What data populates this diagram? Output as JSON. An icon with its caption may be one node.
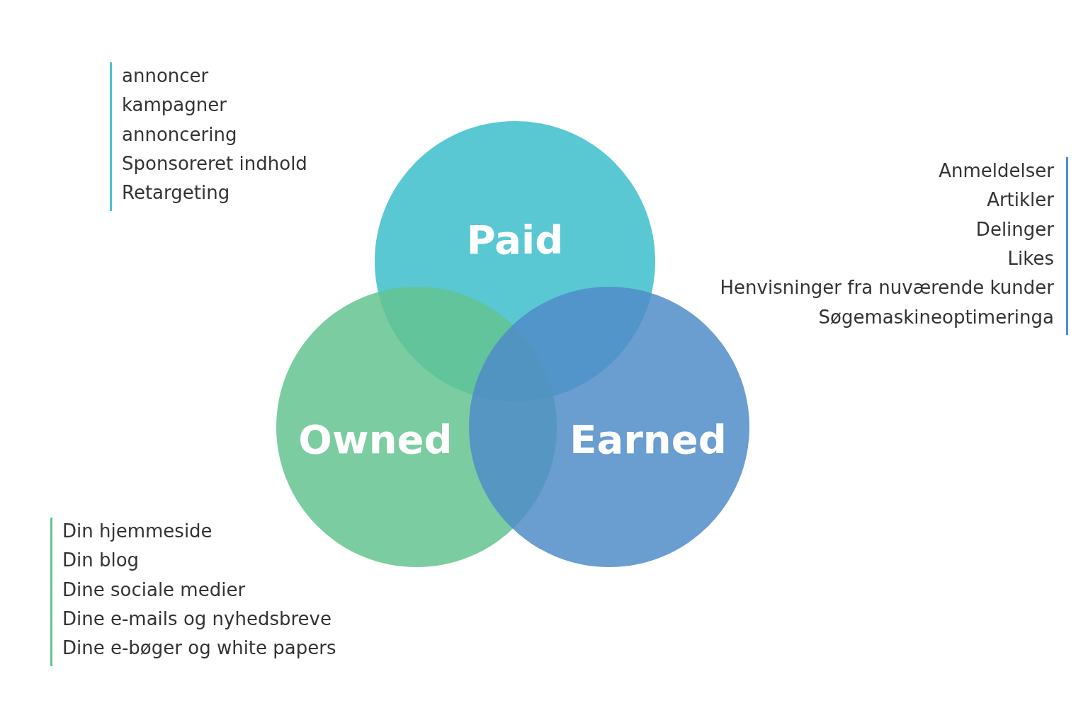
{
  "diagram": {
    "nodes": [
      {
        "text": [
          "Paid"
        ]
      },
      {
        "text": [
          "Owned"
        ]
      },
      {
        "text": [
          "Earned"
        ]
      }
    ],
    "labels": [
      "annoncer",
      "kampagner",
      "annoncering",
      "Sponsoreret indhold",
      "Retargeting",
      "Anmeldelser",
      "Artikler",
      "Delinger",
      "Likes",
      "Henvisninger fra nuværende kunder",
      "Søgemaskineoptimeringa",
      "Din hjemmeside",
      "Din blog",
      "Dine sociale medier",
      "Dine e-mails og nyhedsbreve",
      "Dine e-bøger og white papers"
    ]
  }
}
